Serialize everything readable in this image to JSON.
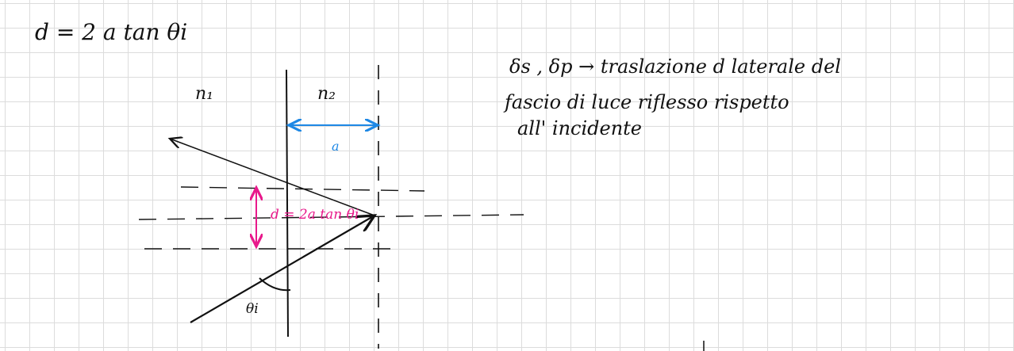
{
  "formula": "d = 2 a tan θi",
  "media": {
    "n1": "n₁",
    "n2": "n₂"
  },
  "thickness_label": "a",
  "shift_label": "d = 2a tan θi",
  "angle_label": "θi",
  "note": {
    "line1": "δs , δp → traslazione d laterale del",
    "line2": "fascio di luce riflesso rispetto",
    "line3": "all' incidente"
  },
  "colors": {
    "ink": "#111111",
    "pink": "#e8198b",
    "blue": "#1e88e5",
    "grid": "#dcdcdc"
  }
}
